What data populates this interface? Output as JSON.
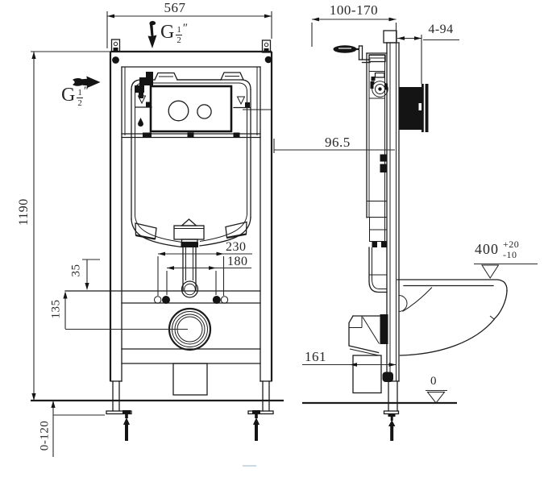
{
  "front_view": {
    "dim_width_top": "567",
    "dim_height": "1190",
    "dim_floor_adjust": "0-120",
    "dim_35": "35",
    "dim_135": "135",
    "dim_230": "230",
    "dim_180": "180",
    "supply_top": {
      "g": "G",
      "num": "1",
      "den": "2",
      "inch": "″"
    },
    "supply_left": {
      "g": "G",
      "num": "1",
      "den": "2",
      "inch": "″"
    }
  },
  "side_view": {
    "dim_depth": "100-170",
    "dim_4_94": "4-94",
    "dim_96_5": "96.5",
    "dim_seat_height": "400",
    "tol_plus": "+20",
    "tol_minus": "-10",
    "dim_161": "161",
    "datum_zero": "0"
  }
}
